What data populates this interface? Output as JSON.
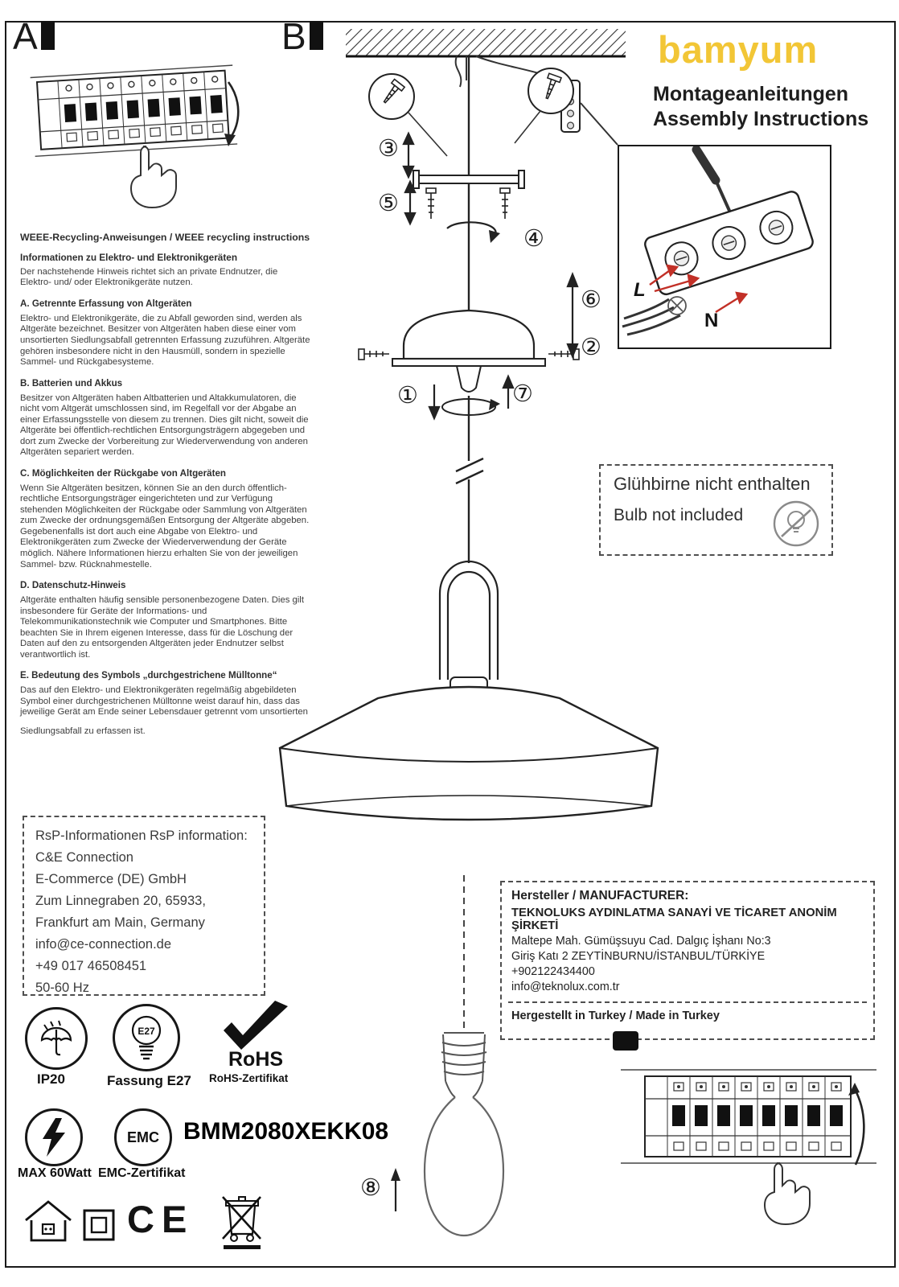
{
  "page": {
    "section_a": "A",
    "section_b": "B"
  },
  "brand": {
    "logo_text": "bamyum",
    "logo_color": "#F2C636"
  },
  "header": {
    "title_de": "Montageanleitungen",
    "title_en": "Assembly Instructions"
  },
  "steps": {
    "s1": "①",
    "s2": "②",
    "s3": "③",
    "s4": "④",
    "s5": "⑤",
    "s6": "⑥",
    "s7": "⑦",
    "s8": "⑧"
  },
  "wiring_detail": {
    "l_label": "L",
    "n_label": "N"
  },
  "bulb_note": {
    "de": "Glühbirne nicht enthalten",
    "en": "Bulb not included"
  },
  "weee": {
    "title": "WEEE-Recycling-Anweisungen / WEEE recycling instructions",
    "subtitle": "Informationen zu Elektro- und Elektronikgeräten",
    "intro": "Der nachstehende Hinweis richtet sich an private Endnutzer, die Elektro- und/ oder Elektronikgeräte nutzen.",
    "a_heading": "A. Getrennte Erfassung von Altgeräten",
    "a_body": "Elektro- und Elektronikgeräte, die zu Abfall geworden sind, werden als Altgeräte bezeichnet. Besitzer von Altgeräten haben diese einer vom unsortierten Siedlungsabfall getrennten Erfassung zuzuführen. Altgeräte gehören insbesondere nicht in den Hausmüll, sondern in spezielle Sammel- und Rückgabesysteme.",
    "b_heading": "B. Batterien und Akkus",
    "b_body": "Besitzer von Altgeräten haben Altbatterien und Altakkumulatoren, die nicht vom Altgerät umschlossen sind, im Regelfall vor der Abgabe an einer Erfassungsstelle von diesem zu trennen. Dies gilt nicht, soweit die Altgeräte bei öffentlich-rechtlichen Entsorgungsträgern abgegeben und dort zum Zwecke der Vorbereitung zur Wiederverwendung von anderen Altgeräten separiert werden.",
    "c_heading": "C. Möglichkeiten der Rückgabe von Altgeräten",
    "c_body": "Wenn Sie Altgeräten besitzen, können Sie an den durch öffentlich-rechtliche Entsorgungsträger eingerichteten und zur Verfügung stehenden Möglichkeiten der Rückgabe oder Sammlung von Altgeräten zum Zwecke der ordnungsgemäßen Entsorgung der Altgeräte abgeben. Gegebenenfalls ist dort auch eine Abgabe von Elektro- und Elektronikgeräten zum Zwecke der Wiederverwendung der Geräte möglich. Nähere Informationen hierzu erhalten Sie von der jeweiligen Sammel- bzw. Rücknahmestelle.",
    "d_heading": "D. Datenschutz-Hinweis",
    "d_body": "Altgeräte enthalten häufig sensible personenbezogene Daten. Dies gilt insbesondere für Geräte der Informations- und Telekommunikationstechnik wie Computer und Smartphones. Bitte beachten Sie in Ihrem eigenen Interesse, dass für die Löschung der Daten auf den zu entsorgenden Altgeräten jeder Endnutzer selbst verantwortlich ist.",
    "e_heading": "E. Bedeutung des Symbols „durchgestrichene Mülltonne“",
    "e_body": "Das auf den Elektro- und Elektronikgeräten regelmäßig abgebildeten Symbol einer durchgestrichenen Mülltonne weist darauf hin, dass das jeweilige Gerät am Ende seiner Lebensdauer getrennt vom unsortierten",
    "e_footer": "Siedlungsabfall zu erfassen ist."
  },
  "rsp": {
    "title": "RsP-Informationen RsP information:",
    "line1": "C&E Connection",
    "line2": "E-Commerce (DE) GmbH",
    "line3": "Zum Linnegraben 20, 65933,",
    "line4": "Frankfurt am Main, Germany",
    "line5": "info@ce-connection.de",
    "line6": "+49 017 46508451",
    "line7": "50-60 Hz"
  },
  "manufacturer": {
    "title": "Hersteller / MANUFACTURER:",
    "name": "TEKNOLUKS AYDINLATMA SANAYİ VE TİCARET ANONİM ŞİRKETİ",
    "address1": "Maltepe Mah. Gümüşsuyu Cad. Dalgıç İşhanı No:3",
    "address2": "Giriş Katı 2 ZEYTİNBURNU/İSTANBUL/TÜRKİYE",
    "phone": "+902122434400",
    "email": "info@teknolux.com.tr",
    "made_in": "Hergestellt in Turkey / Made in Turkey"
  },
  "certs": {
    "ip_label": "IP20",
    "e27_badge": "E27",
    "e27_label": "Fassung E27",
    "rohs_title": "RoHS",
    "rohs_label": "RoHS-Zertifikat",
    "watt_label": "MAX 60Watt",
    "emc_badge": "EMC",
    "emc_label": "EMC-Zertifikat",
    "model_code": "BMM2080XEKK08",
    "ce_mark": "CE"
  }
}
